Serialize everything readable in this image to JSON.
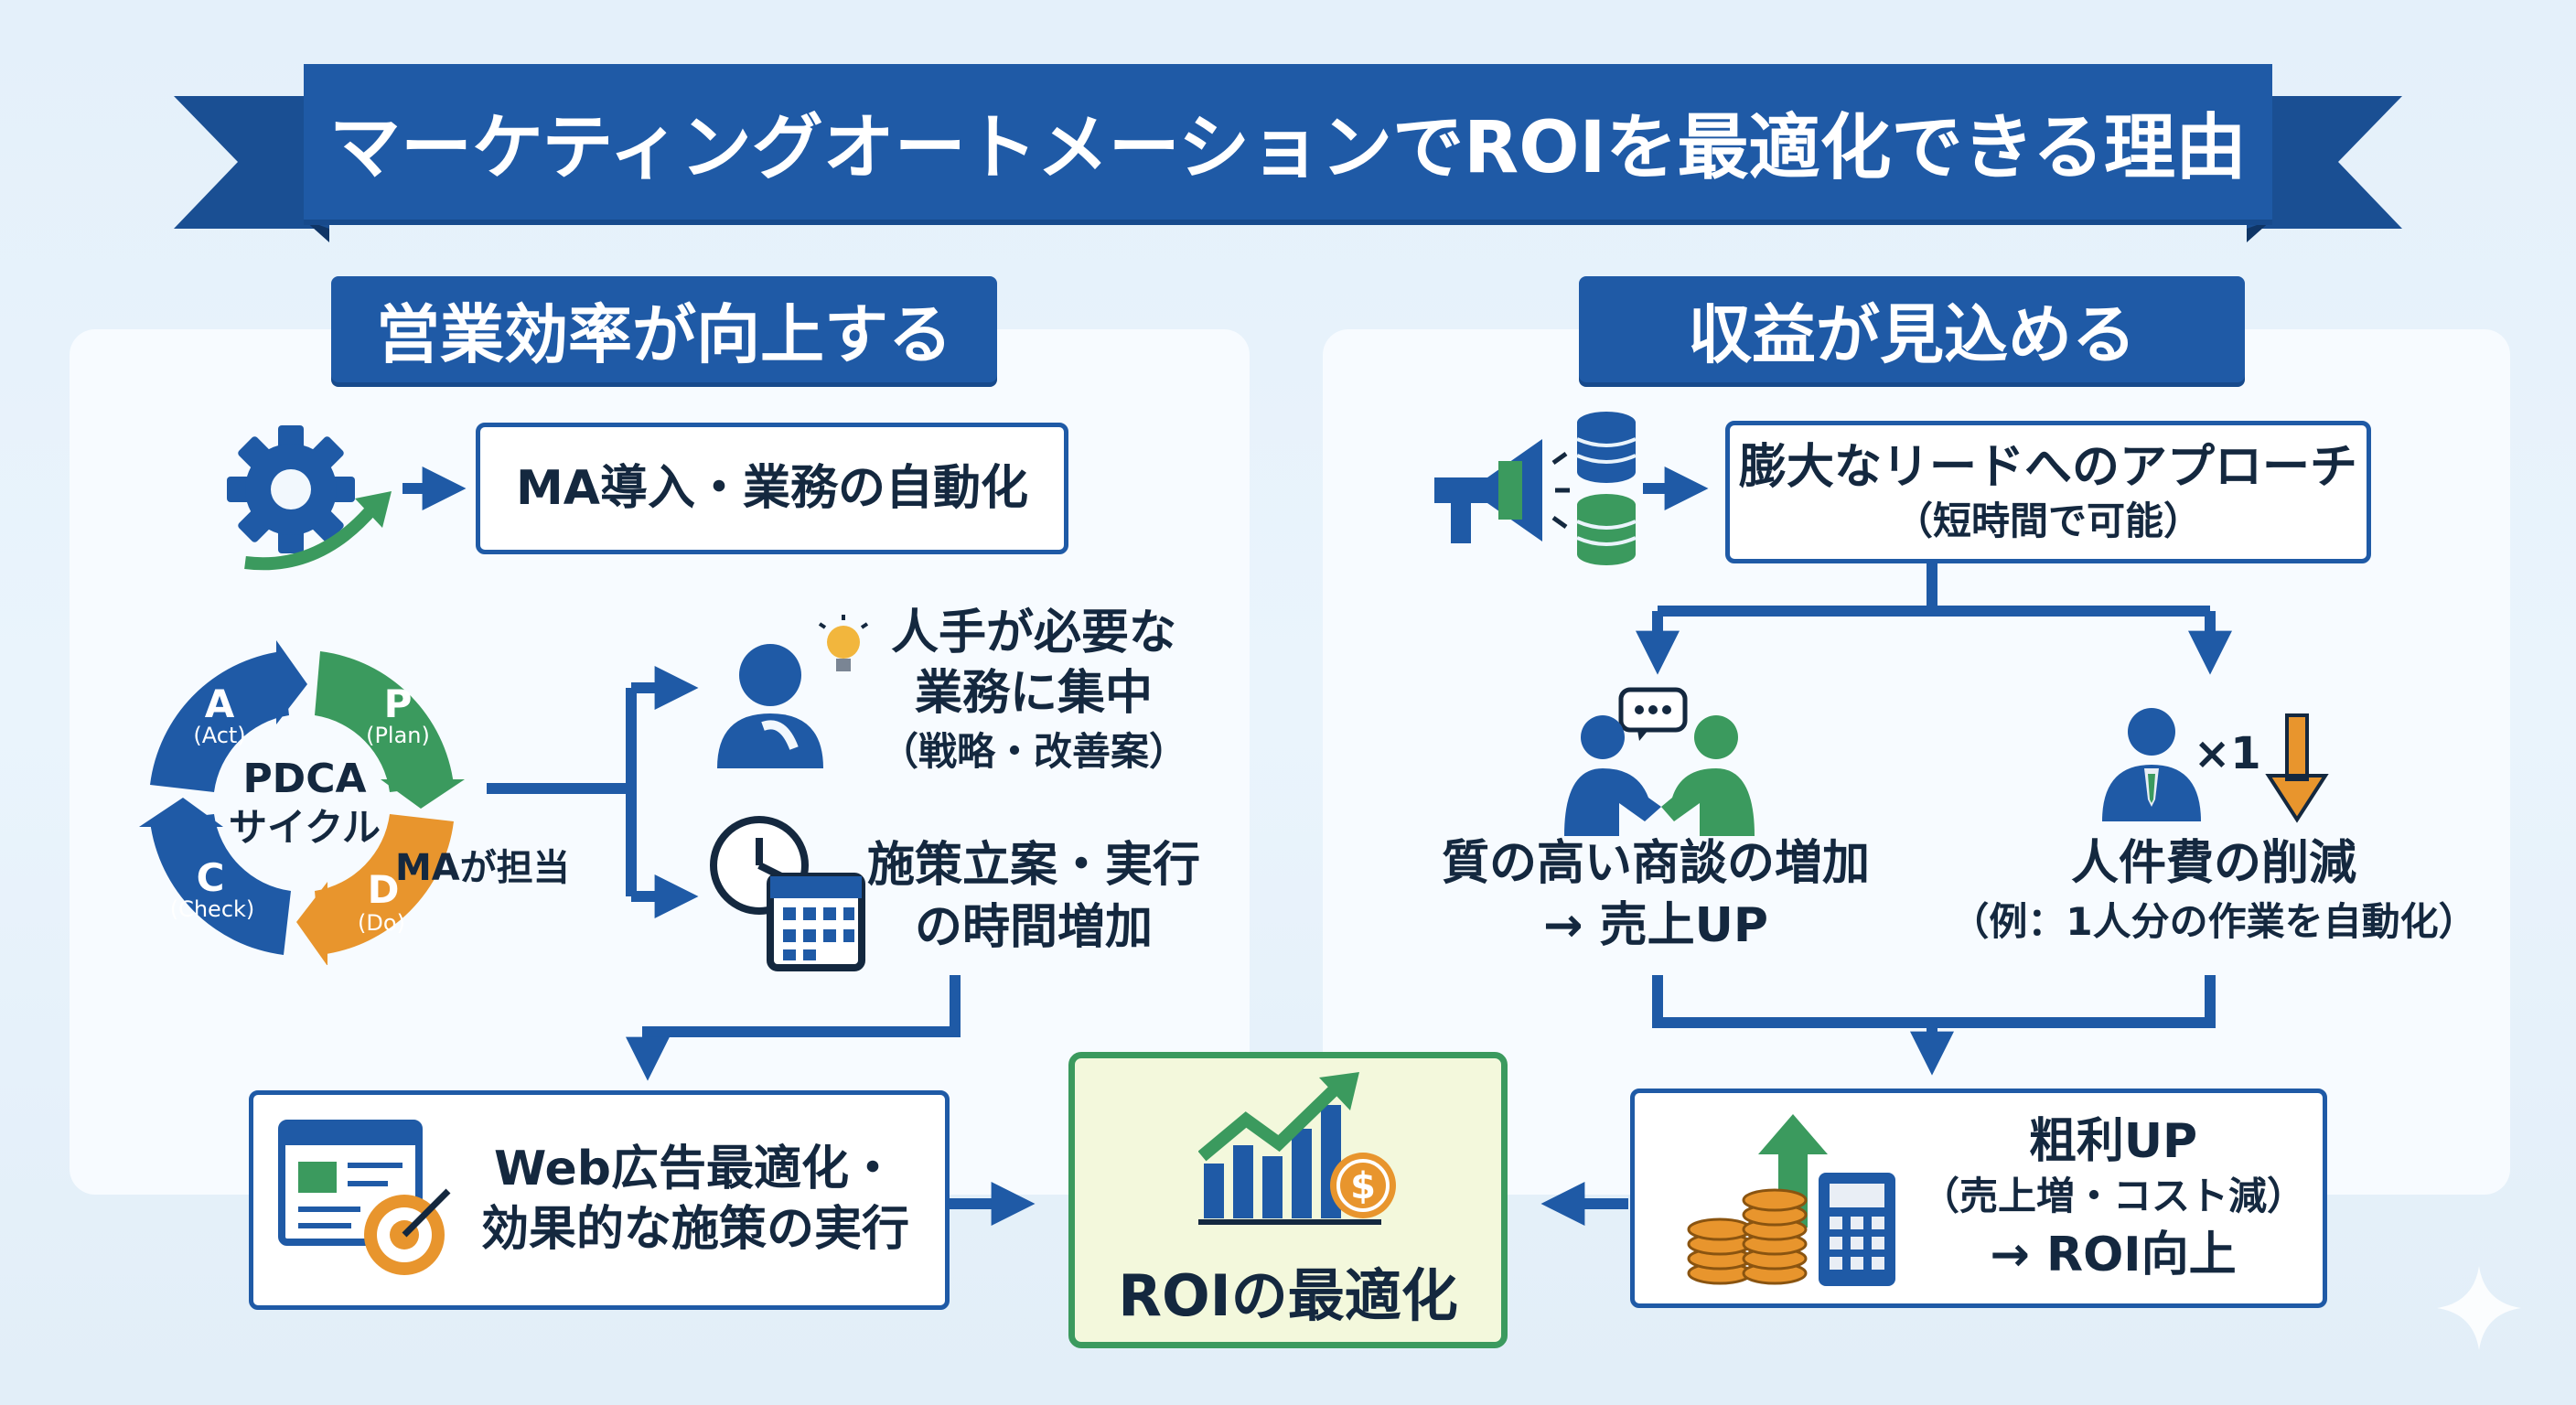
{
  "title": "マーケティングオートメーションでROIを最適化できる理由",
  "left": {
    "heading": "営業効率が向上する",
    "ma_box": "MA導入・業務の自動化",
    "pdca": {
      "center_line1": "PDCA",
      "center_line2": "サイクル",
      "a_letter": "A",
      "a_word": "(Act)",
      "p_letter": "P",
      "p_word": "(Plan)",
      "c_letter": "C",
      "c_word": "(Check)",
      "d_letter": "D",
      "d_word": "(Do)",
      "ma_label": "MAが担当"
    },
    "focus_line1": "人手が必要な",
    "focus_line2": "業務に集中",
    "focus_line3": "（戦略・改善案）",
    "time_line1": "施策立案・実行",
    "time_line2": "の時間増加",
    "web_line1": "Web広告最適化・",
    "web_line2": "効果的な施策の実行"
  },
  "right": {
    "heading": "収益が見込める",
    "lead_line1": "膨大なリードへのアプローチ",
    "lead_line2": "（短時間で可能）",
    "deal_line1": "質の高い商談の増加",
    "deal_line2": "→ 売上UP",
    "multiplier": "×1",
    "cost_line1": "人件費の削減",
    "cost_line2": "（例：1人分の作業を自動化）",
    "profit_line1": "粗利UP",
    "profit_line2": "（売上増・コスト減）",
    "profit_line3": "→ ROI向上"
  },
  "center": {
    "roi_label": "ROIの最適化"
  },
  "colors": {
    "primary_blue": "#1f5aa6",
    "dark_blue": "#174a8c",
    "green": "#3b9a5e",
    "orange": "#e8952d",
    "roi_bg": "#f3f8dc"
  }
}
